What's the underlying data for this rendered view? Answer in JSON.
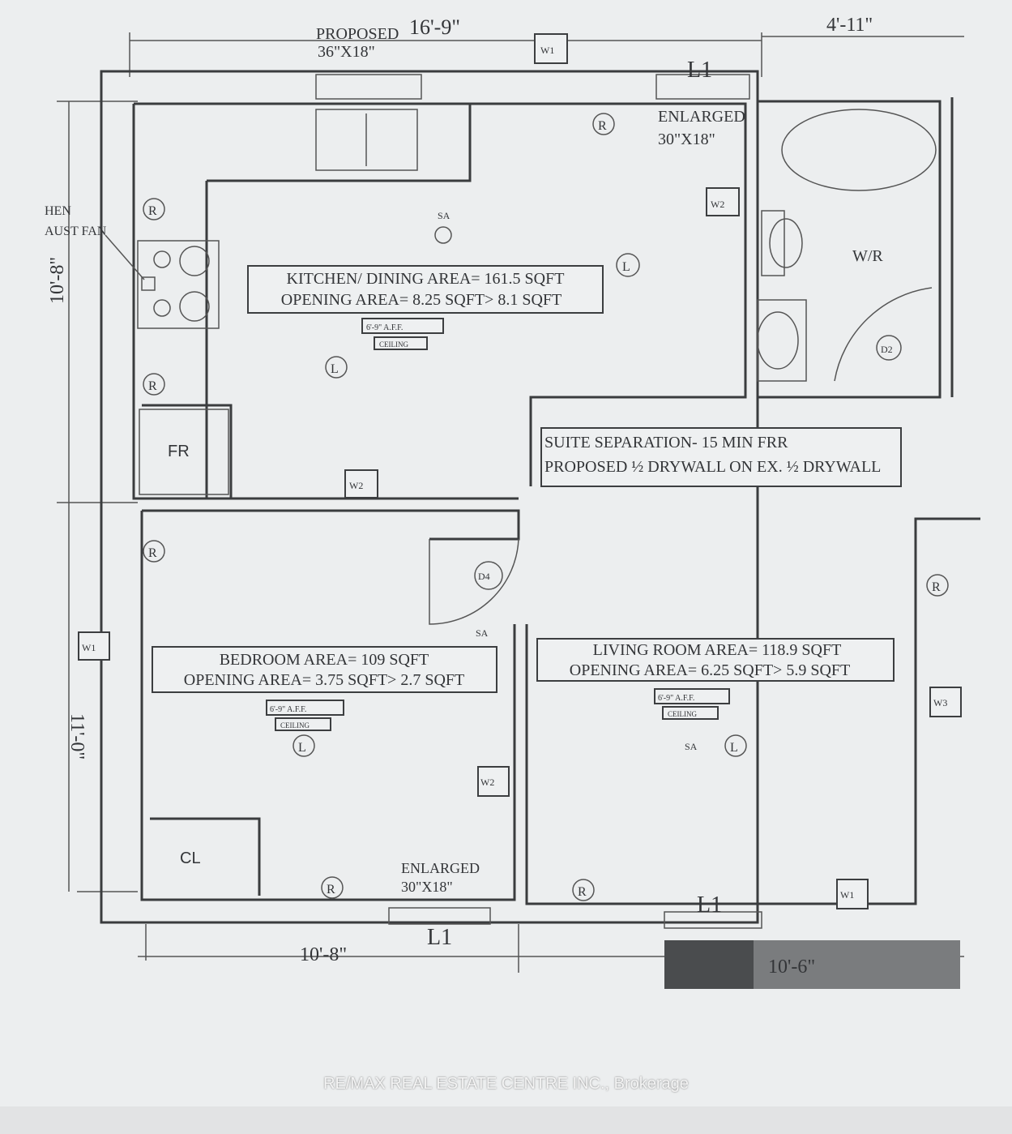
{
  "plan": {
    "top_dim": "16'-9\"",
    "proposed": "PROPOSED",
    "proposed_size": "36\"X18\"",
    "bath_dim": "4'-11\"",
    "w1": "W1",
    "w2": "W2",
    "w3": "W3",
    "l1": "L1",
    "enlarged": "ENLARGED",
    "enlarged_size": "30\"X18\"",
    "exhaust_1": "HEN",
    "exhaust_2": "AUST FAN",
    "left_dim_upper": "10'-8\"",
    "left_dim_lower": "11'-0\"",
    "bottom_dim_left": "10'-8\"",
    "bottom_dim_right": "10'-6\"",
    "sa": "SA",
    "r": "R",
    "l": "L",
    "fr": "FR",
    "cl": "CL",
    "wr": "W/R",
    "d2": "D2",
    "d4": "D4",
    "aff": "6'-9\" A.F.F.",
    "ceiling": "CEILING",
    "kitchen": {
      "line1": "KITCHEN/ DINING AREA= 161.5 SQFT",
      "line2": "OPENING AREA= 8.25 SQFT> 8.1 SQFT"
    },
    "suite": {
      "line1": "SUITE SEPARATION- 15 MIN FRR",
      "line2": "PROPOSED ½ DRYWALL ON EX. ½ DRYWALL"
    },
    "bedroom": {
      "line1": "BEDROOM AREA= 109 SQFT",
      "line2": "OPENING AREA= 3.75 SQFT> 2.7 SQFT"
    },
    "living": {
      "line1": "LIVING ROOM AREA= 118.9 SQFT",
      "line2": "OPENING AREA= 6.25 SQFT> 5.9 SQFT"
    }
  },
  "watermark": "RE/MAX REAL ESTATE CENTRE INC., Brokerage"
}
